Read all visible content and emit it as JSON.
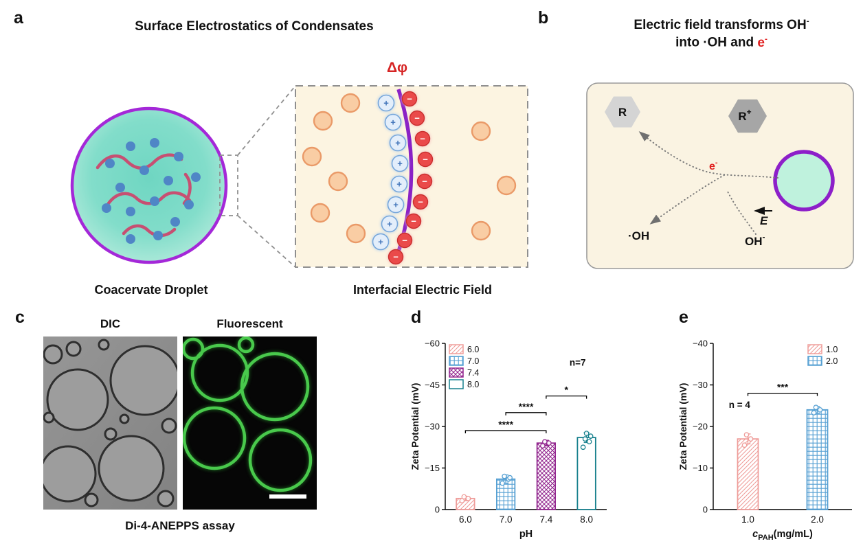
{
  "panels": {
    "a": {
      "label": "a",
      "title": "Surface Electrostatics of Condensates",
      "delta_phi": "Δφ",
      "plus": "+",
      "minus": "−",
      "droplet_caption": "Coacervate Droplet",
      "field_caption": "Interfacial Electric Field"
    },
    "b": {
      "label": "b",
      "title_main": "Electric field transforms OH",
      "title_sup": "-",
      "title_line2": "into ·OH and ",
      "e_label": "e",
      "e_sup": "-",
      "r_label": "R",
      "rplus_label": "R",
      "rplus_sup": "+",
      "oh_radical": "·OH",
      "field_label": "E",
      "oh_minus": "OH",
      "oh_minus_sup": "-"
    },
    "c": {
      "label": "c",
      "dic_title": "DIC",
      "fluorescent_title": "Fluorescent",
      "caption": "Di-4-ANEPPS assay"
    },
    "d": {
      "label": "d"
    },
    "e": {
      "label": "e"
    }
  },
  "chart_data": [
    {
      "id": "d",
      "type": "bar",
      "title": "",
      "ylabel": "Zeta Potential (mV)",
      "xlabel_parts": [
        {
          "text": "pH"
        }
      ],
      "categories": [
        "6.0",
        "7.0",
        "7.4",
        "8.0"
      ],
      "values": [
        -4,
        -11,
        -24,
        -26
      ],
      "errors": [
        0.8,
        1.5,
        1,
        1.8
      ],
      "points": [
        [
          -3.2,
          -4,
          -4.6
        ],
        [
          -9.5,
          -11,
          -12,
          -11.5
        ],
        [
          -23,
          -24,
          -24.5
        ],
        [
          -22.5,
          -24.5,
          -25.5,
          -26.5,
          -27.5
        ]
      ],
      "ylim": [
        0,
        -60
      ],
      "yticks": [
        -60,
        -45,
        -30,
        -15,
        0
      ],
      "series_styles": [
        {
          "label": "6.0",
          "color": "#ef9d9a",
          "hatch": "diag"
        },
        {
          "label": "7.0",
          "color": "#56a0d3",
          "hatch": "grid"
        },
        {
          "label": "7.4",
          "color": "#93278f",
          "hatch": "cross"
        },
        {
          "label": "8.0",
          "color": "#17808d",
          "hatch": "none"
        }
      ],
      "legend_pos": "tl",
      "note": {
        "text": "n=7",
        "x_frac": 0.82,
        "y_val": -52
      },
      "significance": [
        {
          "from": 0,
          "to": 2,
          "label": "****",
          "y": -28.5
        },
        {
          "from": 1,
          "to": 2,
          "label": "****",
          "y": -35
        },
        {
          "from": 2,
          "to": 3,
          "label": "*",
          "y": -41
        }
      ]
    },
    {
      "id": "e",
      "type": "bar",
      "title": "",
      "ylabel": "Zeta Potential (mV)",
      "xlabel_parts": [
        {
          "text": "c",
          "italic": true
        },
        {
          "text": "PAH",
          "sub": true
        },
        {
          "text": "(mg/mL)"
        }
      ],
      "categories": [
        "1.0",
        "2.0"
      ],
      "values": [
        -17,
        -24
      ],
      "errors": [
        1.2,
        0.8
      ],
      "points": [
        [
          -15.5,
          -17,
          -18
        ],
        [
          -23.3,
          -24,
          -24.6
        ]
      ],
      "ylim": [
        0,
        -40
      ],
      "yticks": [
        -40,
        -30,
        -20,
        -10,
        0
      ],
      "series_styles": [
        {
          "label": "1.0",
          "color": "#ef9d9a",
          "hatch": "diag"
        },
        {
          "label": "2.0",
          "color": "#56a0d3",
          "hatch": "grid"
        }
      ],
      "legend_pos": "tr",
      "note": {
        "text": "n = 4",
        "x_frac": 0.19,
        "y_val": -24.5
      },
      "significance": [
        {
          "from": 0,
          "to": 1,
          "label": "***",
          "y": -28
        }
      ]
    }
  ]
}
